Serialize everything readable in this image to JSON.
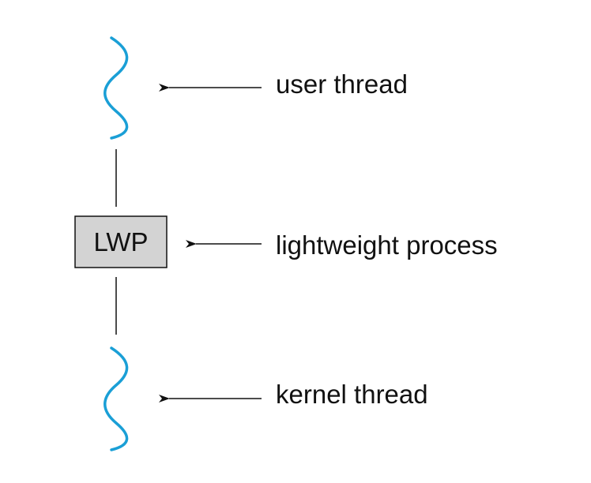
{
  "labels": {
    "user_thread": "user thread",
    "lightweight_process": "lightweight process",
    "kernel_thread": "kernel thread"
  },
  "lwp_box": {
    "text": "LWP"
  },
  "colors": {
    "thread_wave": "#1a9fd6",
    "box_fill": "#d3d3d3",
    "stroke": "#111111"
  },
  "icons": [
    "wavy-thread-icon",
    "arrow-left-icon"
  ]
}
